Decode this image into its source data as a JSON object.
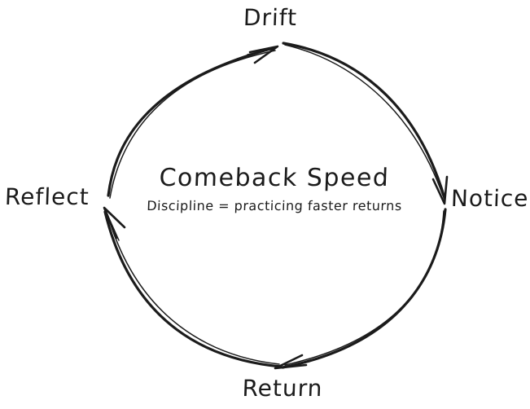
{
  "diagram": {
    "type": "cycle",
    "style": "hand-drawn",
    "background_color": "#ffffff",
    "ink_color": "#1b1b1b",
    "center": {
      "title": "Comeback Speed",
      "subtitle": "Discipline = practicing faster returns"
    },
    "cycle": {
      "direction": "clockwise",
      "nodes": [
        {
          "id": "drift",
          "label": "Drift",
          "position": "top"
        },
        {
          "id": "notice",
          "label": "Notice",
          "position": "right"
        },
        {
          "id": "return",
          "label": "Return",
          "position": "bottom"
        },
        {
          "id": "reflect",
          "label": "Reflect",
          "position": "left"
        }
      ],
      "edges": [
        {
          "from": "Drift",
          "to": "Notice"
        },
        {
          "from": "Notice",
          "to": "Return"
        },
        {
          "from": "Return",
          "to": "Reflect"
        },
        {
          "from": "Reflect",
          "to": "Drift"
        }
      ]
    }
  }
}
